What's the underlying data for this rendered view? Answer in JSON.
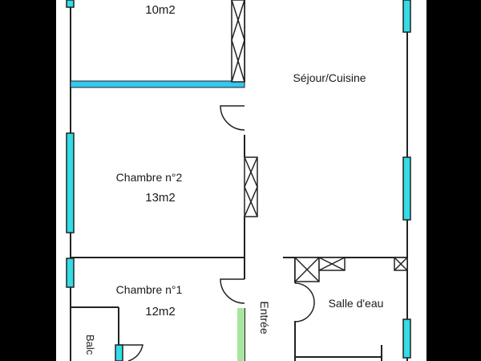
{
  "rooms": {
    "top_room": {
      "area": "10m2"
    },
    "sejour": {
      "name": "Séjour/Cuisine"
    },
    "chambre2": {
      "name": "Chambre n°2",
      "area": "13m2"
    },
    "chambre1": {
      "name": "Chambre n°1",
      "area": "12m2"
    },
    "salle_deau": {
      "name": "Salle d'eau"
    },
    "entree": {
      "name": "Entrée"
    },
    "balcon": {
      "name": "Balc"
    }
  },
  "colors": {
    "background": "#000000",
    "plan": "#ffffff",
    "wall": "#222222",
    "window": "#33dce6",
    "window_blue": "#33c8ef",
    "entry_door": "#a6e6a0"
  }
}
